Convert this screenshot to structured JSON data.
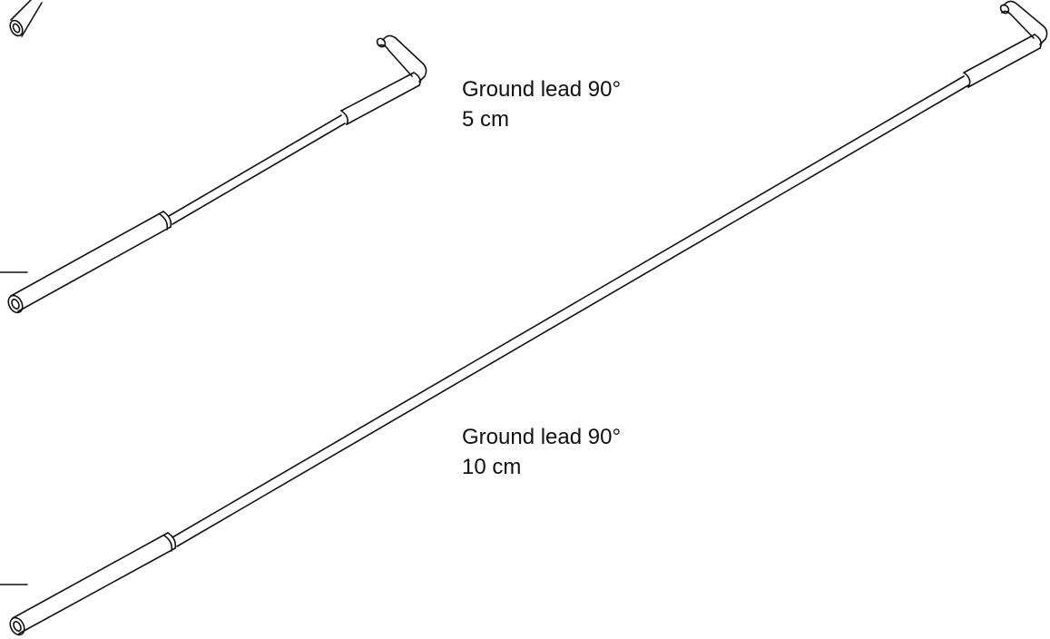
{
  "colors": {
    "background": "#ffffff",
    "stroke": "#111111",
    "text": "#111111"
  },
  "leads": [
    {
      "name": "Ground lead 90°",
      "length": "5 cm"
    },
    {
      "name": "Ground lead 90°",
      "length": "10 cm"
    }
  ]
}
